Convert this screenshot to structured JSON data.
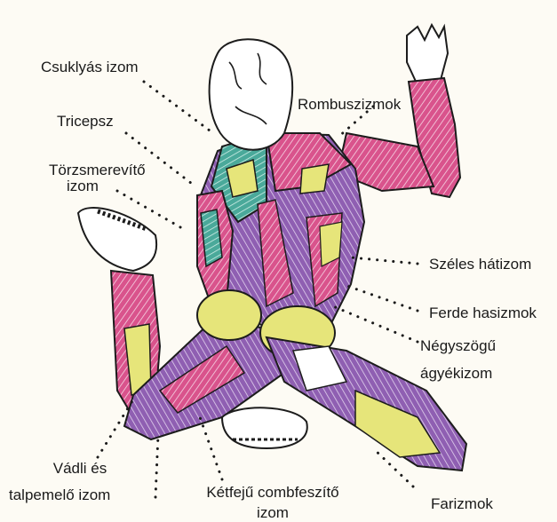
{
  "labels": {
    "csuklyas": "Csuklyás izom",
    "tricepsz": "Tricepsz",
    "torzsmerevito_1": "Törzsmerevítő",
    "torzsmerevito_2": "izom",
    "rombusz": "Rombuszizmok",
    "szeles": "Széles hátizom",
    "ferde": "Ferde hasizmok",
    "negyszogu_1": "Négyszögű",
    "negyszogu_2": "ágyékizom",
    "vadli_1": "Vádli és",
    "vadli_2": "talpemelő izom",
    "ketfeju_1": "Kétfejű combfeszítő",
    "ketfeju_2": "izom",
    "farizmok": "Farizmok"
  },
  "colors": {
    "background": "#fdfbf4",
    "muscle_pink": "#d9538c",
    "muscle_purple": "#8f5fb2",
    "muscle_teal": "#4aa99a",
    "muscle_yellow": "#e6e57a",
    "outline": "#1c1c1c",
    "leader_dots": "#1a1a1a"
  }
}
